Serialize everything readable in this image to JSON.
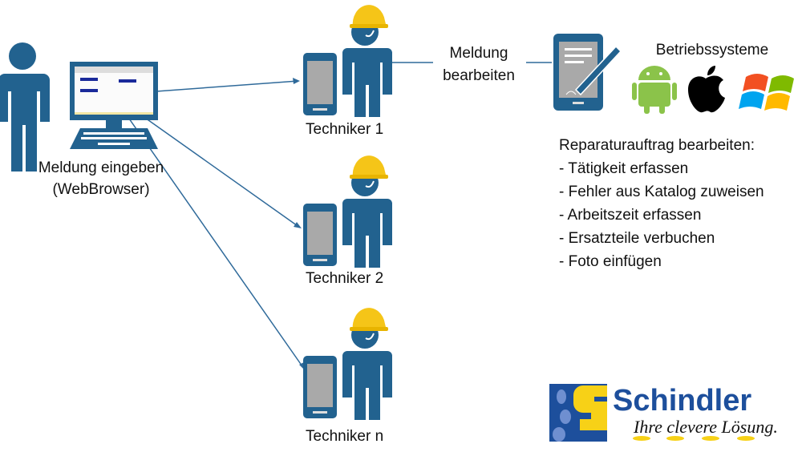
{
  "user": {
    "label_line1": "Meldung eingeben",
    "label_line2": "(WebBrowser)"
  },
  "technicians": [
    {
      "label": "Techniker 1"
    },
    {
      "label": "Techniker 2"
    },
    {
      "label": "Techniker n"
    }
  ],
  "edit_step": {
    "line1": "Meldung",
    "line2": "bearbeiten"
  },
  "os": {
    "title": "Betriebssysteme",
    "icons": [
      "android-icon",
      "apple-icon",
      "windows-icon"
    ]
  },
  "tasks": {
    "title": "Reparaturauftrag bearbeiten:",
    "items": [
      "- Tätigkeit erfassen",
      "- Fehler aus Katalog zuweisen",
      "- Arbeitszeit erfassen",
      "- Ersatzteile verbuchen",
      "- Foto einfügen"
    ]
  },
  "logo": {
    "name": "Schindler",
    "slogan": "Ihre clevere Lösung."
  },
  "colors": {
    "figure": "#22628f",
    "helmet": "#f5c518",
    "line": "#2f6a9a",
    "logo_blue": "#1d4f9c",
    "logo_yellow": "#f7d117"
  }
}
